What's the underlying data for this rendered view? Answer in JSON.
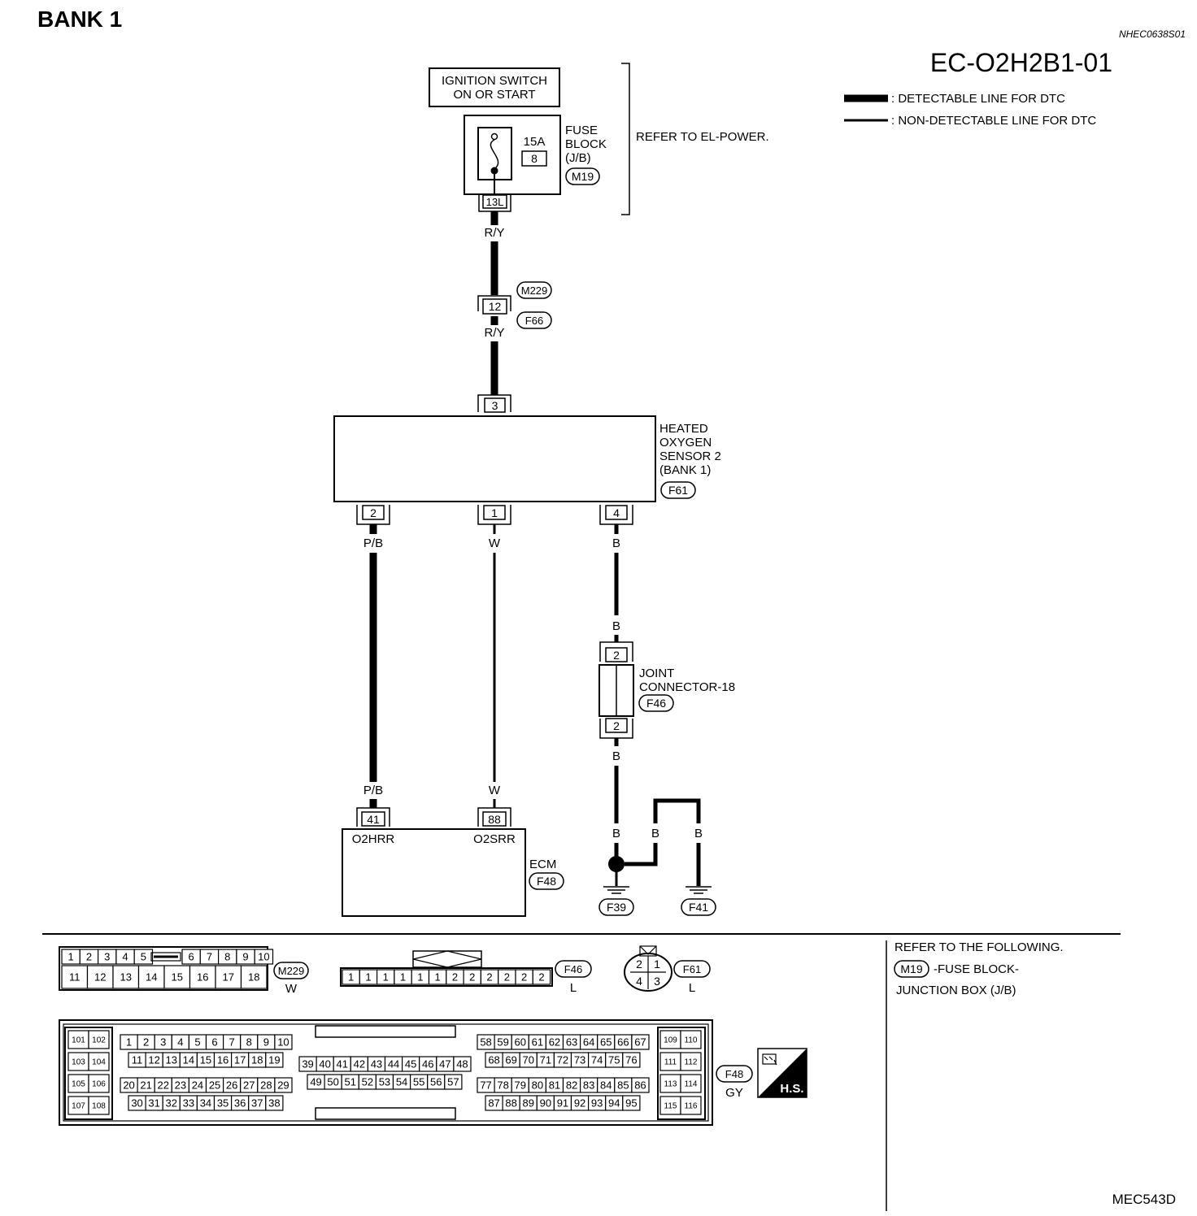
{
  "header": {
    "bank": "BANK 1",
    "ref_code": "NHEC0638S01",
    "diagram_code": "EC-O2H2B1-01",
    "figure_id": "MEC543D"
  },
  "legend": {
    "detectable": ": DETECTABLE LINE FOR DTC",
    "non_detectable": ": NON-DETECTABLE LINE FOR DTC"
  },
  "power": {
    "ign_line1": "IGNITION SWITCH",
    "ign_line2": "ON OR START",
    "fuse_label1": "FUSE",
    "fuse_label2": "BLOCK",
    "fuse_label3": "(J/B)",
    "fuse_conn": "M19",
    "fuse_amp": "15A",
    "fuse_num": "8",
    "fuse_term": "13L",
    "refer": "REFER TO EL-POWER."
  },
  "wires": {
    "ry": "R/Y",
    "pb": "P/B",
    "w": "W",
    "b": "B"
  },
  "inline_conn": {
    "m": "M229",
    "f": "F66",
    "pin": "12"
  },
  "sensor": {
    "line1": "HEATED",
    "line2": "OXYGEN",
    "line3": "SENSOR 2",
    "line4": "(BANK 1)",
    "conn": "F61",
    "pin_top": "3",
    "pin_a": "2",
    "pin_b": "1",
    "pin_c": "4"
  },
  "joint": {
    "line1": "JOINT",
    "line2": "CONNECTOR-18",
    "conn": "F46",
    "pin_top": "2",
    "pin_bot": "2"
  },
  "ecm": {
    "label": "ECM",
    "conn": "F48",
    "pin_a": "41",
    "pin_b": "88",
    "term_a": "O2HRR",
    "term_b": "O2SRR"
  },
  "grounds": {
    "g1": "F39",
    "g2": "F41"
  },
  "connector_views": {
    "m229": {
      "id": "M229",
      "color": "W",
      "top_left": [
        "1",
        "2",
        "3",
        "4",
        "5"
      ],
      "top_right": [
        "6",
        "7",
        "8",
        "9",
        "10"
      ],
      "bottom": [
        "11",
        "12",
        "13",
        "14",
        "15",
        "16",
        "17",
        "18"
      ]
    },
    "f46": {
      "id": "F46",
      "color": "L",
      "pins": [
        "1",
        "1",
        "1",
        "1",
        "1",
        "1",
        "2",
        "2",
        "2",
        "2",
        "2",
        "2"
      ]
    },
    "f61": {
      "id": "F61",
      "color": "L",
      "pins": [
        "2",
        "1",
        "4",
        "3"
      ]
    },
    "f48": {
      "id": "F48",
      "color": "GY",
      "hs": "H.S.",
      "left_block": [
        "101",
        "102",
        "103",
        "104",
        "105",
        "106",
        "107",
        "108"
      ],
      "right_block": [
        "109",
        "110",
        "111",
        "112",
        "113",
        "114",
        "115",
        "116"
      ],
      "r1": [
        "1",
        "2",
        "3",
        "4",
        "5",
        "6",
        "7",
        "8",
        "9",
        "10"
      ],
      "r2": [
        "11",
        "12",
        "13",
        "14",
        "15",
        "16",
        "17",
        "18",
        "19"
      ],
      "r3": [
        "20",
        "21",
        "22",
        "23",
        "24",
        "25",
        "26",
        "27",
        "28",
        "29"
      ],
      "r4": [
        "30",
        "31",
        "32",
        "33",
        "34",
        "35",
        "36",
        "37",
        "38"
      ],
      "c1": [
        "39",
        "40",
        "41",
        "42",
        "43",
        "44",
        "45",
        "46",
        "47",
        "48"
      ],
      "c2": [
        "49",
        "50",
        "51",
        "52",
        "53",
        "54",
        "55",
        "56",
        "57"
      ],
      "k1": [
        "58",
        "59",
        "60",
        "61",
        "62",
        "63",
        "64",
        "65",
        "66",
        "67"
      ],
      "k2": [
        "68",
        "69",
        "70",
        "71",
        "72",
        "73",
        "74",
        "75",
        "76"
      ],
      "k3": [
        "77",
        "78",
        "79",
        "80",
        "81",
        "82",
        "83",
        "84",
        "85",
        "86"
      ],
      "k4": [
        "87",
        "88",
        "89",
        "90",
        "91",
        "92",
        "93",
        "94",
        "95"
      ]
    }
  },
  "refer_box": {
    "title": "REFER TO THE FOLLOWING.",
    "conn": "M19",
    "desc1": "-FUSE BLOCK-",
    "desc2": "JUNCTION BOX (J/B)"
  }
}
